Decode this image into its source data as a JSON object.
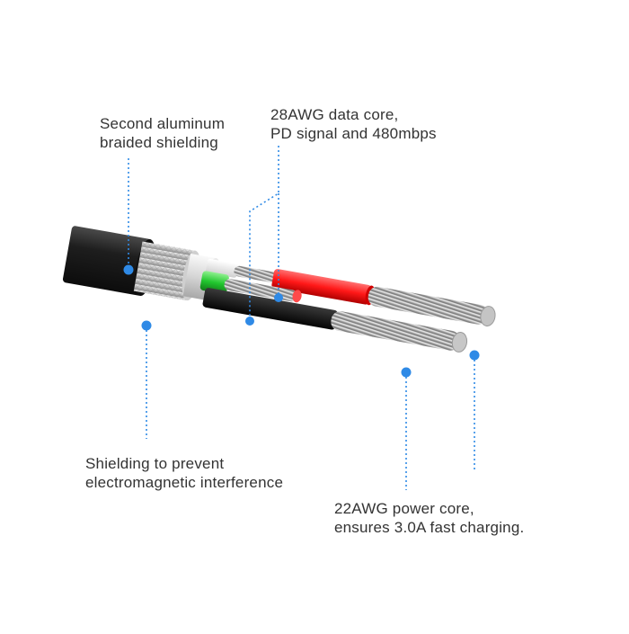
{
  "labels": {
    "second_shielding": {
      "line1": "Second aluminum",
      "line2": "braided shielding"
    },
    "data_core": {
      "line1": "28AWG data core,",
      "line2": "PD signal and 480mbps"
    },
    "emi_shielding": {
      "line1": "Shielding to prevent",
      "line2": "electromagnetic interference"
    },
    "power_core": {
      "line1": "22AWG power core,",
      "line2": "ensures 3.0A fast charging."
    }
  },
  "colors": {
    "pointer": "#2f8ae6",
    "jacket": "#1b1b1b",
    "braid": "#cfcfcf",
    "wire_green": "#2ccf3a",
    "wire_red": "#ff1f1f",
    "wire_white": "#f4f4f4",
    "wire_black": "#151515",
    "strand": "#b9b9b9",
    "text": "#333333"
  }
}
